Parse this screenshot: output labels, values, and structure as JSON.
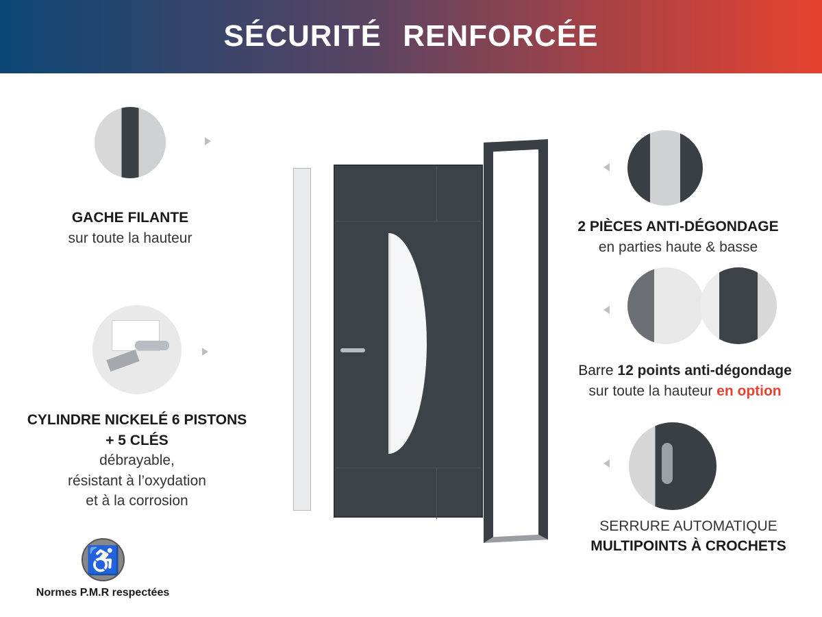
{
  "header": {
    "title": "SÉCURITÉ RENFORCÉE"
  },
  "left": {
    "feature1": {
      "title": "GACHE FILANTE",
      "subtitle": "sur toute la hauteur"
    },
    "feature2": {
      "title_line1": "CYLINDRE NICKELÉ 6 PISTONS",
      "title_line2": "+ 5 CLÉS",
      "line1": "débrayable,",
      "line2": "résistant à l’oxydation",
      "line3": "et à la corrosion"
    },
    "pmr": {
      "label": "Normes P.M.R respectées"
    }
  },
  "right": {
    "feature1": {
      "title": "2 PIÈCES ANTI-DÉGONDAGE",
      "subtitle": "en parties haute & basse"
    },
    "feature2": {
      "prefix": "Barre ",
      "bold": "12 points anti-dégondage",
      "line2": "sur toute la hauteur ",
      "option": "en option"
    },
    "feature3": {
      "line1": "SERRURE AUTOMATIQUE",
      "line2": "MULTIPOINTS À CROCHETS"
    }
  },
  "colors": {
    "accent": "#e5432f",
    "gradient_start": "#0b4675"
  }
}
